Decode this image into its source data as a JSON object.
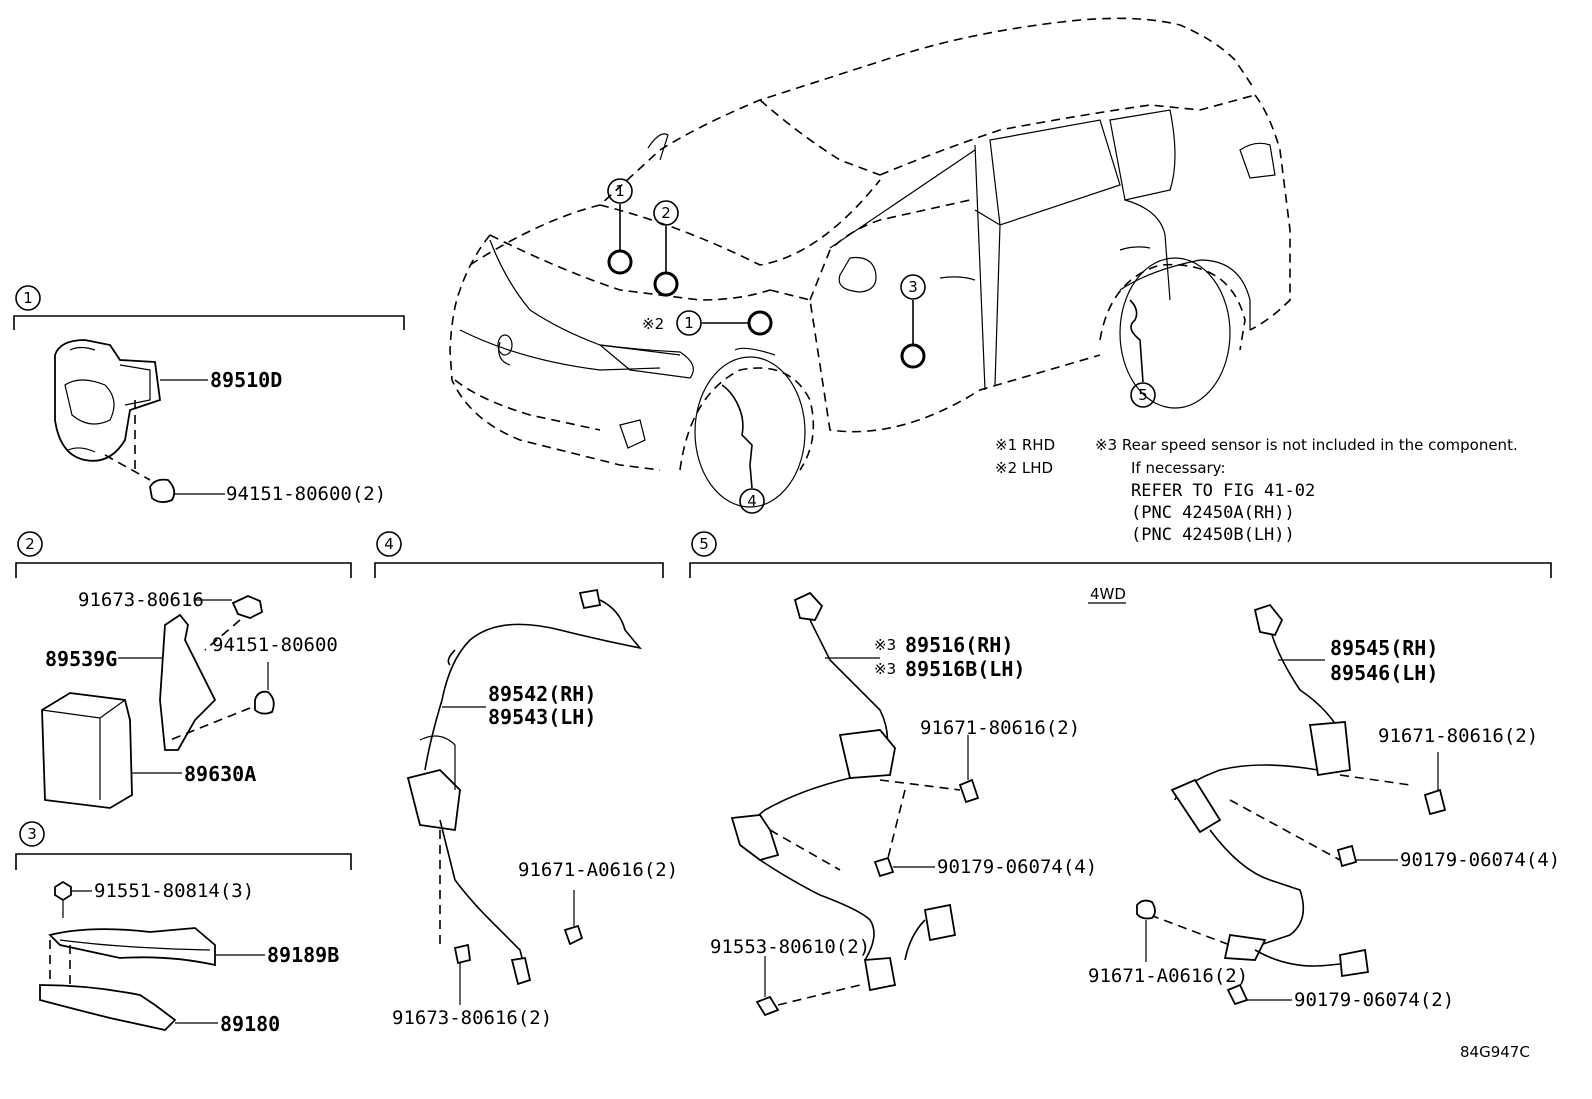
{
  "callouts": {
    "c1": "1",
    "c2": "2",
    "c3": "3",
    "c4": "4",
    "c5": "5"
  },
  "notes": {
    "n1": "※1 RHD",
    "n2": "※2 LHD",
    "n3": "※3 Rear speed sensor is not included in the component.",
    "n4": "If necessary:",
    "refer1": "REFER TO FIG 41-02",
    "refer2": "(PNC 42450A(RH))",
    "refer3": "(PNC 42450B(LH))",
    "car_mark": "※2"
  },
  "g1": {
    "p1": "89510D",
    "p2": "94151-80600(2)"
  },
  "g2": {
    "p1": "91673-80616",
    "p2": "94151-80600",
    "p3": "89539G",
    "p4": "89630A"
  },
  "g3": {
    "p1": "91551-80814(3)",
    "p2": "89189B",
    "p3": "89180"
  },
  "g4": {
    "p1": "89542(RH)",
    "p2": "89543(LH)",
    "p3": "91671-A0616(2)",
    "p4": "91673-80616(2)"
  },
  "g5": {
    "label": "4WD",
    "mark": "※3",
    "a1": "89516(RH)",
    "a2": "89516B(LH)",
    "a3": "91671-80616(2)",
    "a4": "90179-06074(4)",
    "a5": "91553-80610(2)",
    "b1": "89545(RH)",
    "b2": "89546(LH)",
    "b3": "91671-80616(2)",
    "b4": "90179-06074(4)",
    "b5": "91671-A0616(2)",
    "b6": "90179-06074(2)"
  },
  "figure_id": "84G947C"
}
